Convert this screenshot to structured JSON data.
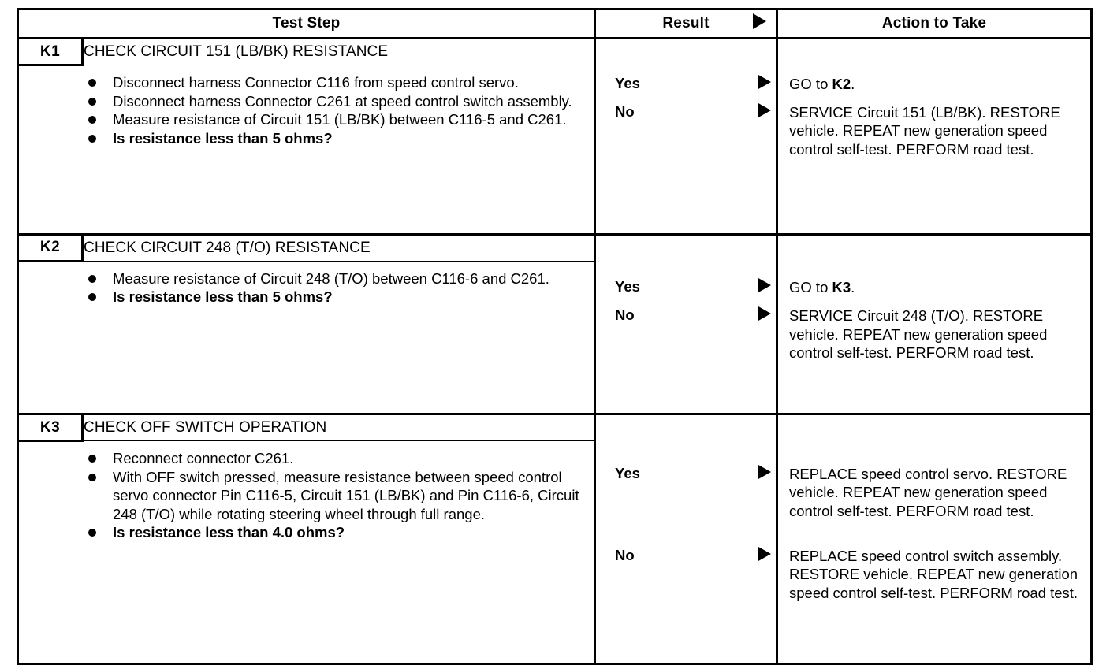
{
  "table": {
    "headers": {
      "key": "",
      "test_step": "Test Step",
      "result": "Result",
      "action": "Action to Take",
      "result_arrow_icon": "triangle-right-icon"
    },
    "rows": [
      {
        "key": "K1",
        "title": "CHECK CIRCUIT 151 (LB/BK) RESISTANCE",
        "steps": [
          {
            "text": "Disconnect harness Connector C116 from speed control servo.",
            "bold": false
          },
          {
            "text": "Disconnect harness Connector C261 at speed control switch assembly.",
            "bold": false
          },
          {
            "text": "Measure resistance of Circuit 151 (LB/BK) between C116-5 and C261.",
            "bold": false
          },
          {
            "text": "Is resistance less than 5 ohms?",
            "bold": true
          }
        ],
        "results": [
          {
            "label": "Yes",
            "arrow_icon": "triangle-right-icon",
            "action_pre": "GO to ",
            "action_bold": "K2",
            "action_post": "."
          },
          {
            "label": "No",
            "arrow_icon": "triangle-right-icon",
            "action_pre": "SERVICE Circuit 151 (LB/BK). RESTORE vehicle. REPEAT new generation speed control self-test. PERFORM road test.",
            "action_bold": "",
            "action_post": ""
          }
        ]
      },
      {
        "key": "K2",
        "title": "CHECK CIRCUIT 248 (T/O) RESISTANCE",
        "steps": [
          {
            "text": "Measure resistance of Circuit 248 (T/O) between C116-6 and C261.",
            "bold": false
          },
          {
            "text": "Is resistance less than 5 ohms?",
            "bold": true
          }
        ],
        "results": [
          {
            "label": "Yes",
            "arrow_icon": "triangle-right-icon",
            "action_pre": "GO to ",
            "action_bold": "K3",
            "action_post": "."
          },
          {
            "label": "No",
            "arrow_icon": "triangle-right-icon",
            "action_pre": "SERVICE Circuit 248 (T/O). RESTORE vehicle. REPEAT new generation speed control self-test. PERFORM road test.",
            "action_bold": "",
            "action_post": ""
          }
        ]
      },
      {
        "key": "K3",
        "title": "CHECK OFF SWITCH OPERATION",
        "steps": [
          {
            "text": "Reconnect connector C261.",
            "bold": false
          },
          {
            "text": "With OFF switch pressed, measure resistance between speed control servo connector Pin C116-5, Circuit 151 (LB/BK) and Pin C116-6, Circuit 248 (T/O) while rotating steering wheel through full range.",
            "bold": false
          },
          {
            "text": "Is resistance less than 4.0 ohms?",
            "bold": true
          }
        ],
        "results": [
          {
            "label": "Yes",
            "arrow_icon": "triangle-right-icon",
            "action_pre": "REPLACE speed control servo. RESTORE vehicle. REPEAT new generation speed control self-test. PERFORM road test.",
            "action_bold": "",
            "action_post": ""
          },
          {
            "label": "No",
            "arrow_icon": "triangle-right-icon",
            "action_pre": "REPLACE speed control switch assembly. RESTORE vehicle. REPEAT new generation speed control self-test. PERFORM road test.",
            "action_bold": "",
            "action_post": ""
          }
        ]
      }
    ]
  },
  "colors": {
    "ink": "#000000",
    "paper": "#ffffff"
  }
}
